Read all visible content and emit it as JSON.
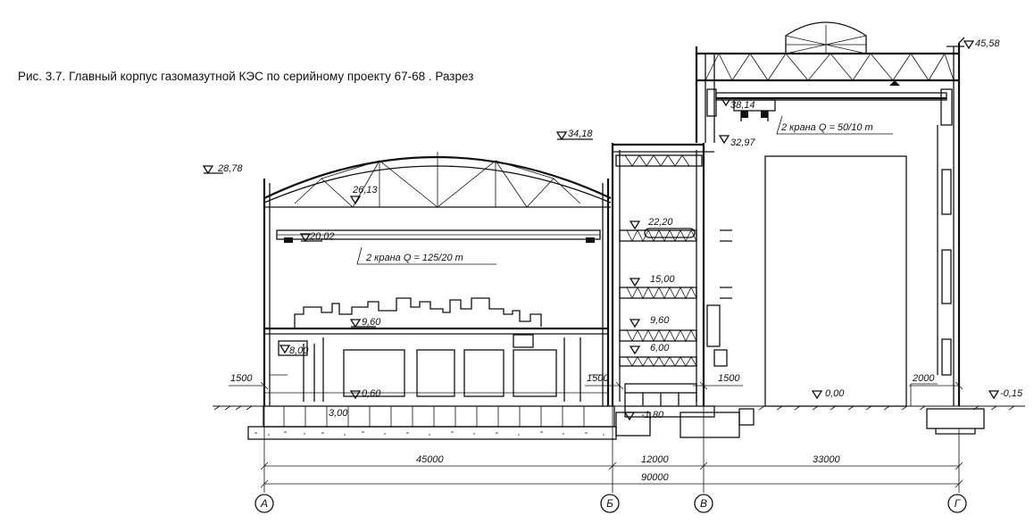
{
  "caption": "Рис. 3.7. Главный корпус газомазутной КЭС по серийному проекту 67-68   . Разрез",
  "elevations": {
    "e1": "28,78",
    "e2": "26,13",
    "e3": "20,02",
    "e4": "9,60",
    "e5": "8,00",
    "e6": "0,60",
    "e7": "3,00",
    "e8": "34,18",
    "e9": "22,20",
    "e10": "15,00",
    "e11": "9,60",
    "e12": "6,00",
    "e13": "-1,80",
    "e14": "45,58",
    "e15": "38,14",
    "e16": "32,97",
    "e17": "0,00",
    "e18": "-0,15"
  },
  "cranes": {
    "left": "2 крана  Q = 125/20 т",
    "right": "2 крана  Q = 50/10 т"
  },
  "dims": {
    "d1500a": "1500",
    "d1500b": "1500",
    "d1500c": "1500",
    "d2000": "2000",
    "d45000": "45000",
    "d12000": "12000",
    "d33000": "33000",
    "d90000": "90000"
  },
  "axes": [
    "А",
    "Б",
    "В",
    "Г"
  ]
}
